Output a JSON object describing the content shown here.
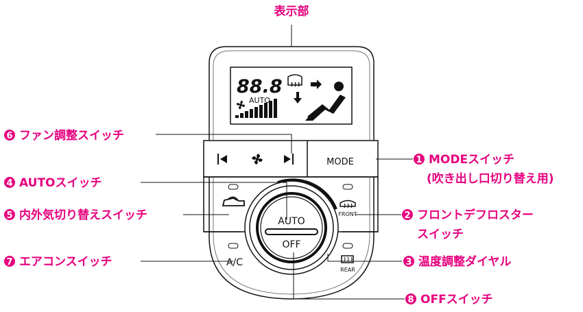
{
  "display_label": "表示部",
  "lcd": {
    "temp": "88.8",
    "auto": "AUTO"
  },
  "buttons": {
    "mode": "MODE",
    "auto": "AUTO",
    "off": "OFF",
    "ac": "A/C",
    "front": "FRONT",
    "rear": "REAR"
  },
  "callouts": [
    {
      "num": "1",
      "lines": [
        "MODEスイッチ",
        "(吹き出し口切り替え用)"
      ]
    },
    {
      "num": "2",
      "lines": [
        "フロントデフロスター",
        "スイッチ"
      ]
    },
    {
      "num": "3",
      "lines": [
        "温度調整ダイヤル"
      ]
    },
    {
      "num": "4",
      "lines": [
        "AUTOスイッチ"
      ]
    },
    {
      "num": "5",
      "lines": [
        "内外気切り替えスイッチ"
      ]
    },
    {
      "num": "6",
      "lines": [
        "ファン調整スイッチ"
      ]
    },
    {
      "num": "7",
      "lines": [
        "エアコンスイッチ"
      ]
    },
    {
      "num": "8",
      "lines": [
        "OFFスイッチ"
      ]
    }
  ],
  "colors": {
    "accent": "#e6007e",
    "line": "#111111"
  }
}
